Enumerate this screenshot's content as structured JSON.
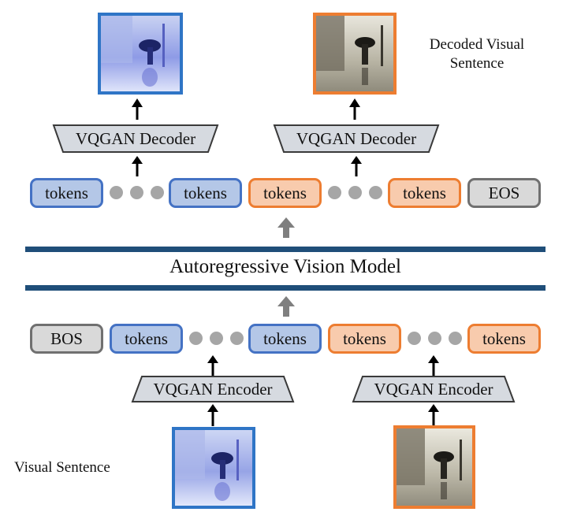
{
  "model_label": "Autoregressive Vision Model",
  "decoder_label": "VQGAN Decoder",
  "encoder_label": "VQGAN Encoder",
  "token_label": "tokens",
  "bos_label": "BOS",
  "eos_label": "EOS",
  "decoded_caption_line1": "Decoded Visual",
  "decoded_caption_line2": "Sentence",
  "input_caption": "Visual Sentence",
  "colors": {
    "blue_fill": "#b4c7e7",
    "blue_border": "#4472c4",
    "orange_fill": "#f8cbad",
    "orange_border": "#ed7d31",
    "gray_fill": "#d9d9d9",
    "gray_border": "#707070",
    "band": "#1f4e79"
  },
  "images": {
    "top_left": "snowy-street-umbrella-image-blue",
    "top_right": "rainy-street-umbrella-image-sepia",
    "bottom_left": "snowy-street-umbrella-image-blue",
    "bottom_right": "rainy-street-umbrella-image-sepia"
  }
}
